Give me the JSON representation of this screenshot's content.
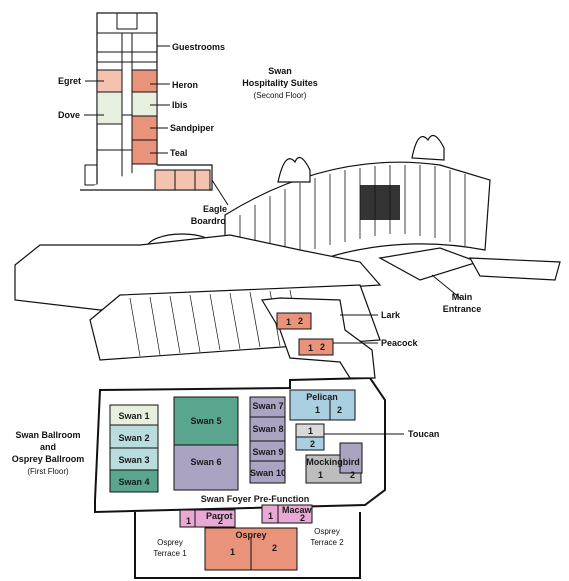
{
  "colors": {
    "salmon": "#e8937a",
    "light_salmon": "#f3c3b0",
    "teal_light": "#b9dcdd",
    "teal_dark": "#5aa58f",
    "lavender": "#aaa3c2",
    "light_gray": "#d9d9d9",
    "gray": "#bdbdbd",
    "pink": "#e9a9d4",
    "blue_light": "#a9cfe0",
    "pale_green": "#e7f0df"
  },
  "second_floor": {
    "title_line1": "Swan",
    "title_line2": "Hospitality Suites",
    "title_line3": "(Second Floor)",
    "guestrooms": "Guestrooms",
    "egret": "Egret",
    "heron": "Heron",
    "ibis": "Ibis",
    "dove": "Dove",
    "sandpiper": "Sandpiper",
    "teal": "Teal",
    "eagle_line1": "Eagle",
    "eagle_line2": "Boardroom"
  },
  "first_floor": {
    "title_line1": "Swan Ballroom",
    "title_line2": "and",
    "title_line3": "Osprey Ballroom",
    "title_line4": "(First Floor)",
    "lark": "Lark",
    "peacock": "Peacock",
    "toucan": "Toucan",
    "main_entrance_line1": "Main",
    "main_entrance_line2": "Entrance",
    "swan_1": "Swan 1",
    "swan_2": "Swan 2",
    "swan_3": "Swan 3",
    "swan_4": "Swan 4",
    "swan_5": "Swan 5",
    "swan_6": "Swan 6",
    "swan_7": "Swan 7",
    "swan_8": "Swan 8",
    "swan_9": "Swan 9",
    "swan_10": "Swan 10",
    "pelican": "Pelican",
    "mockingbird": "Mockingbird",
    "foyer": "Swan Foyer Pre-Function",
    "parrot": "Parrot",
    "macaw": "Macaw",
    "osprey": "Osprey",
    "osprey_terrace_1_line1": "Osprey",
    "osprey_terrace_1_line2": "Terrace 1",
    "osprey_terrace_2_line1": "Osprey",
    "osprey_terrace_2_line2": "Terrace 2",
    "n1": "1",
    "n2": "2"
  }
}
